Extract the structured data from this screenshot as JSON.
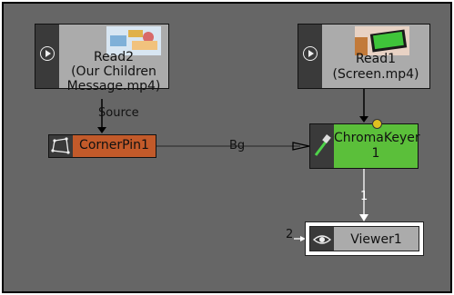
{
  "nodes": {
    "read2": {
      "name": "Read2",
      "line2": "(Our Children",
      "line3": "Message.mp4)"
    },
    "read1": {
      "name": "Read1",
      "line2": "(Screen.mp4)"
    },
    "cornerpin": {
      "name": "CornerPin1"
    },
    "chroma": {
      "name": "ChromaKeyer",
      "line2": "1"
    },
    "viewer": {
      "name": "Viewer1"
    }
  },
  "edges": {
    "source": "Source",
    "bg": "Bg",
    "chroma_out": "1",
    "viewer_in": "2"
  },
  "colors": {
    "canvas": "#666666",
    "read_node": "#ababab",
    "cornerpin_node": "#c25a2a",
    "chroma_node": "#5bbf3a",
    "viewer_node": "#ababab"
  }
}
